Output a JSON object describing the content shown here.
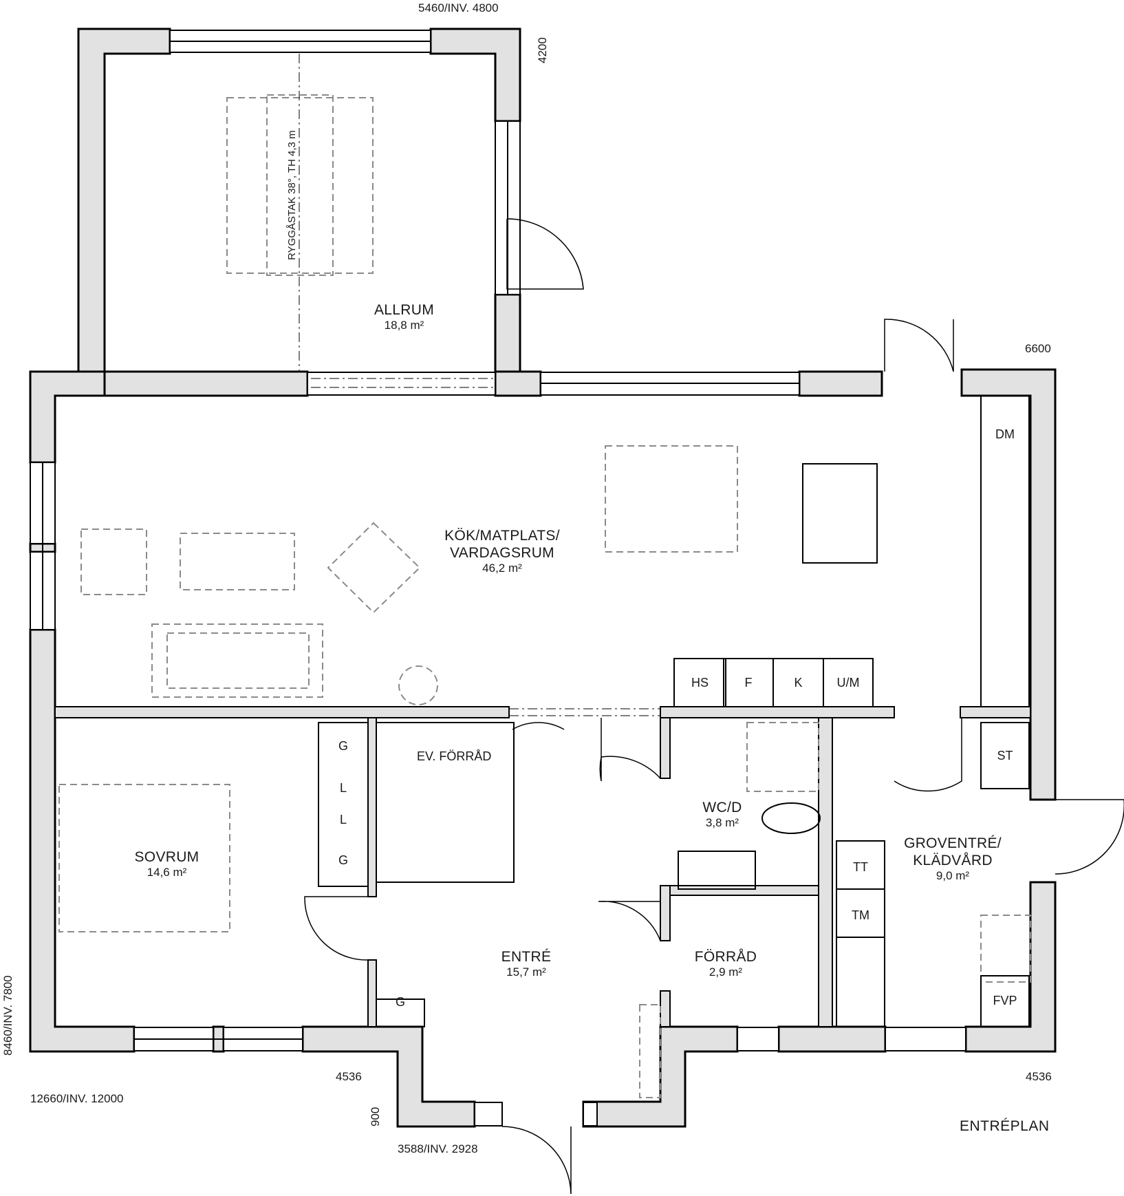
{
  "plan_title": "ENTRÉPLAN",
  "dimensions": {
    "top": "5460/INV. 4800",
    "top_right_vertical": "4200",
    "right_upper": "6600",
    "left_vertical": "8460/INV. 7800",
    "bottom_left": "12660/INV. 12000",
    "bottom_mid_left": "4536",
    "bottom_mid_vertical": "900",
    "bottom_center": "3588/INV. 2928",
    "bottom_right": "4536"
  },
  "roof_note": "RYGGÅSTAK 38°, TH 4,3 m",
  "rooms": [
    {
      "name": "ALLRUM",
      "area": "18,8 m²"
    },
    {
      "name_line1": "KÖK/MATPLATS/",
      "name_line2": "VARDAGSRUM",
      "area": "46,2 m²"
    },
    {
      "name": "SOVRUM",
      "area": "14,6 m²"
    },
    {
      "name": "ENTRÉ",
      "area": "15,7 m²"
    },
    {
      "name": "WC/D",
      "area": "3,8 m²"
    },
    {
      "name": "FÖRRÅD",
      "area": "2,9 m²"
    },
    {
      "name_line1": "GROVENTRÉ/",
      "name_line2": "KLÄDVÅRD",
      "area": "9,0 m²"
    }
  ],
  "storage_note": "EV. FÖRRÅD",
  "appliances": {
    "kitchen_row": [
      "HS",
      "F",
      "K",
      "U/M"
    ],
    "dishwasher": "DM",
    "storage_st": "ST",
    "laundry": [
      "TT",
      "TM"
    ],
    "heat_pump": "FVP",
    "wardrobes_hall": [
      "G",
      "L",
      "L",
      "G"
    ],
    "wardrobe_entry": "G"
  },
  "colors": {
    "wall_fill": "#e2e2e2",
    "wall_stroke": "#000000",
    "furniture_dashed": "#8a8a8a",
    "text": "#1a1a1a"
  }
}
